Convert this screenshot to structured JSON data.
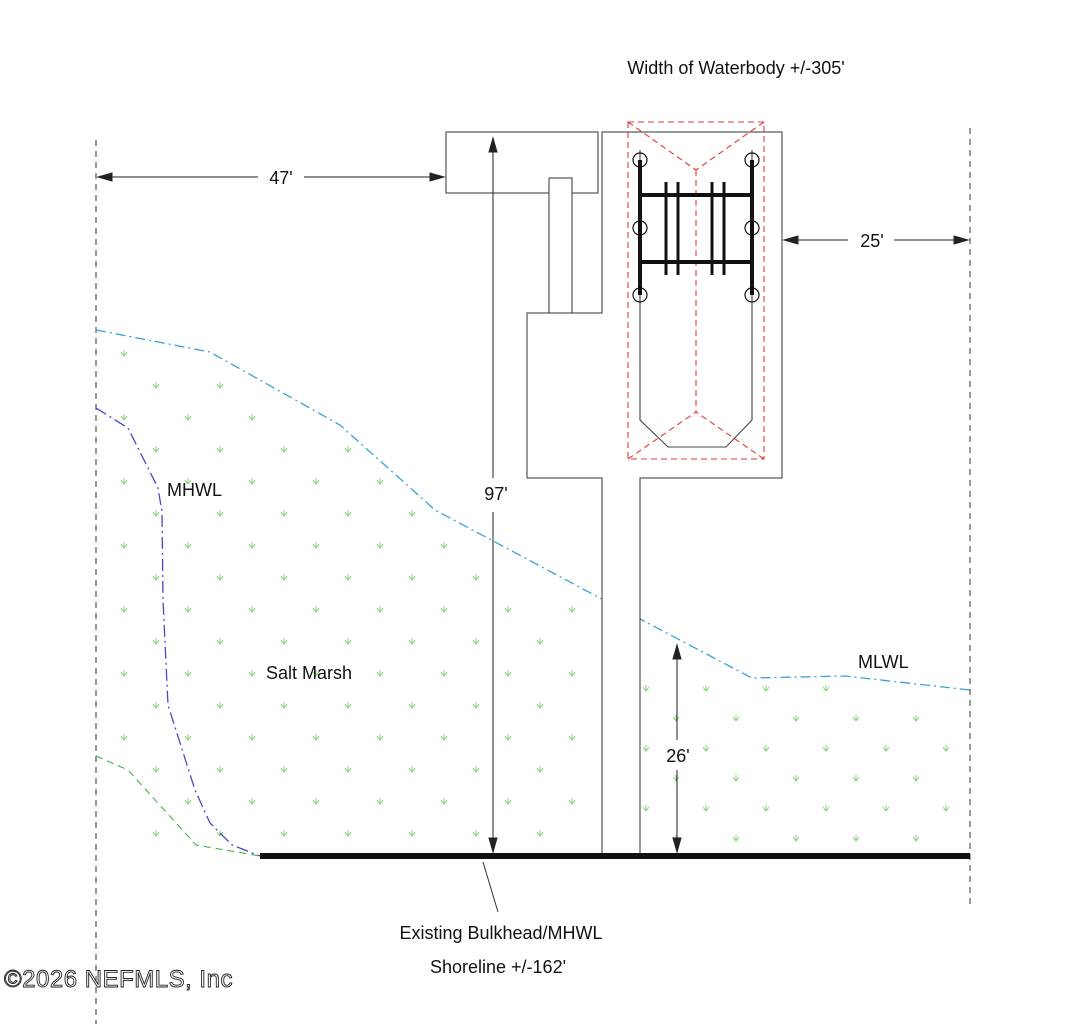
{
  "drawing": {
    "title": "Width of Waterbody +/-305'",
    "labels": {
      "dim_47": "47'",
      "dim_25": "25'",
      "dim_97": "97'",
      "dim_26": "26'",
      "mhwl": "MHWL",
      "mlwl": "MLWL",
      "salt_marsh": "Salt Marsh",
      "bulkhead_line1": "Existing Bulkhead/MHWL",
      "bulkhead_line2": "Shoreline +/-162'"
    },
    "watermark": "©2026 NEFMLS, Inc",
    "colors": {
      "line": "#222222",
      "marsh": "#7ccc6a",
      "mhwl": "#4a48c8",
      "mlwl": "#3aa2d6",
      "boat": "#e23a3a",
      "edge_dashed": "#3aa83a"
    }
  }
}
